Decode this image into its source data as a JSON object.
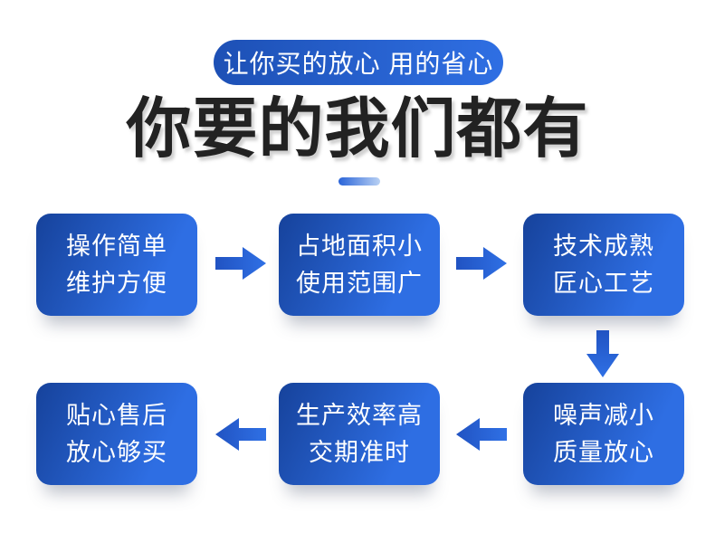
{
  "header": {
    "badge": "让你买的放心 用的省心",
    "title": "你要的我们都有"
  },
  "flow": {
    "boxes": [
      {
        "line1": "操作简单",
        "line2": "维护方便"
      },
      {
        "line1": "占地面积小",
        "line2": "使用范围广"
      },
      {
        "line1": "技术成熟",
        "line2": "匠心工艺"
      },
      {
        "line1": "贴心售后",
        "line2": "放心够买"
      },
      {
        "line1": "生产效率高",
        "line2": "交期准时"
      },
      {
        "line1": "噪声减小",
        "line2": "质量放心"
      }
    ],
    "arrows": [
      "right",
      "right",
      "down",
      "left",
      "left"
    ]
  },
  "colors": {
    "badge_gradient_start": "#1d50b5",
    "badge_gradient_end": "#2f6fe3",
    "box_gradient_start": "#16429b",
    "box_gradient_end": "#2e6ee3",
    "arrow_start": "#2153c2",
    "arrow_end": "#2f70e5",
    "title_color": "#222222",
    "background": "#ffffff"
  }
}
